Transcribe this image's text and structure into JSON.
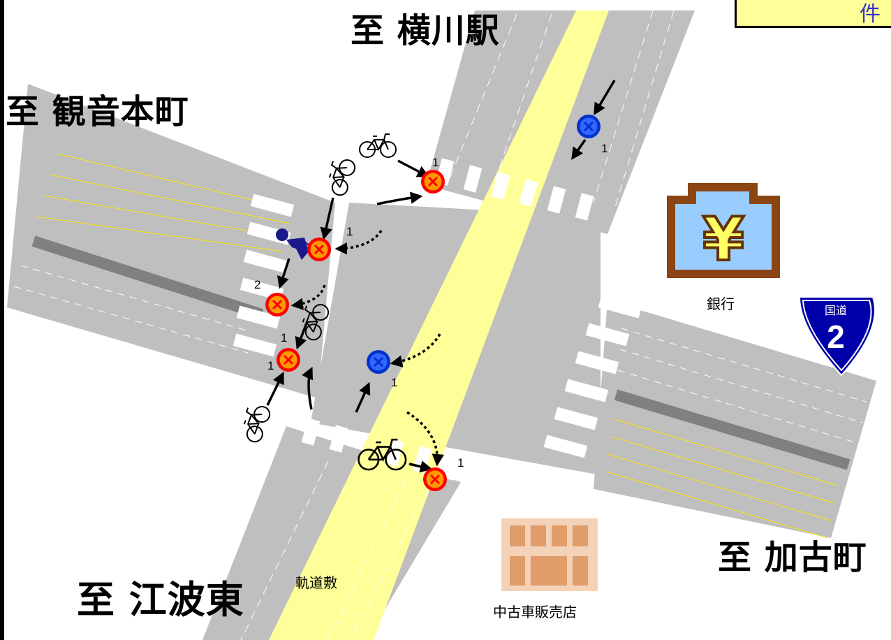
{
  "title_box": {
    "text": "件"
  },
  "directions": {
    "north": "至 横川駅",
    "west": "至 観音本町",
    "east": "至 加古町",
    "south": "至 江波東"
  },
  "landmarks": {
    "bank": "銀行",
    "used_car_dealer": "中古車販売店",
    "tram_track": "軌道敷"
  },
  "route_sign": {
    "top_text": "国道",
    "number": "2"
  },
  "incident_counts": {
    "north_crosswalk": "1",
    "northbound_lane": "1",
    "west_crossing_upper": "1",
    "west_crossing_left": "2",
    "west_crossing_mid": "1",
    "west_crossing_lower": "1",
    "center_vehicle": "1",
    "south_crosswalk": "1"
  },
  "colors": {
    "road": "#bfbfbf",
    "tram_track": "#ffff99",
    "bicycle_marker": "#ff0000",
    "vehicle_marker": "#0033ff",
    "bank_icon": "#99ccff",
    "building": "#e9b68d"
  }
}
